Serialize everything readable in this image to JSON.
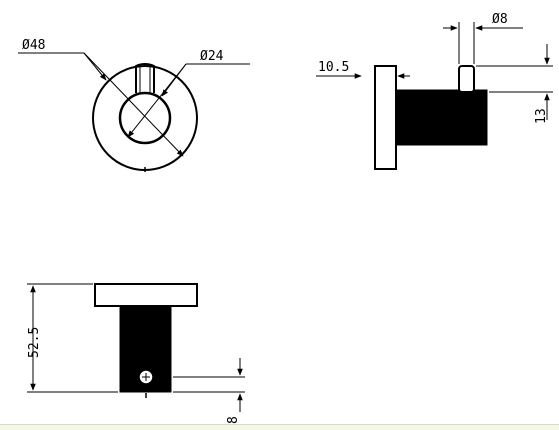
{
  "dimensions": {
    "outer_diameter": "Ø48",
    "inner_diameter": "Ø24",
    "plate_thickness": "10.5",
    "pin_diameter": "Ø8",
    "pin_height": "13",
    "total_height": "52.5",
    "pin_offset": "8"
  }
}
